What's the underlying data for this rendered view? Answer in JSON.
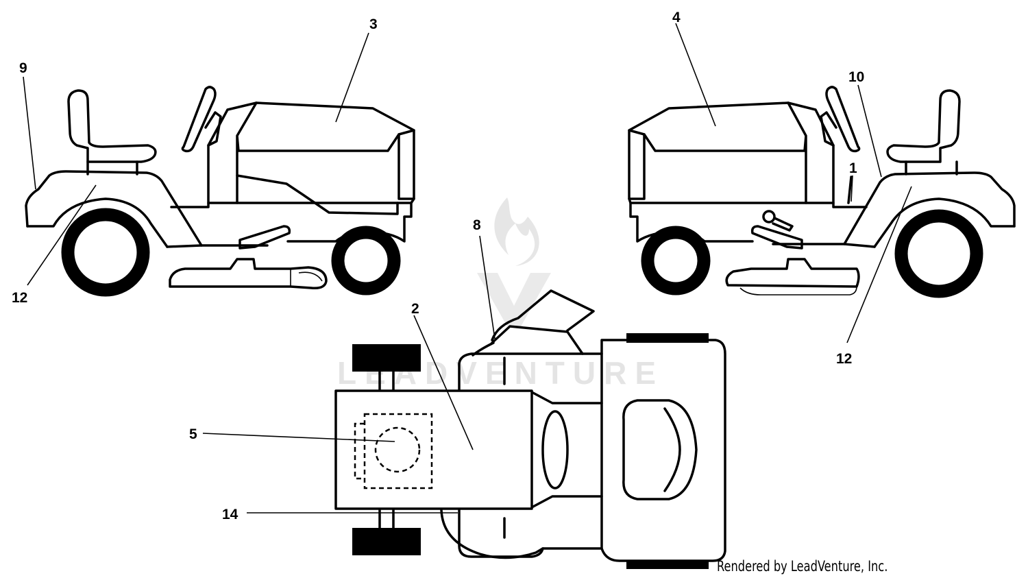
{
  "callouts": {
    "c1": "1",
    "c2": "2",
    "c3": "3",
    "c4": "4",
    "c5": "5",
    "c8": "8",
    "c9": "9",
    "c10": "10",
    "c12a": "12",
    "c12b": "12",
    "c14": "14"
  },
  "watermark": {
    "text": "LEADVENTURE"
  },
  "footer": {
    "credit": "Rendered by LeadVenture, Inc."
  }
}
